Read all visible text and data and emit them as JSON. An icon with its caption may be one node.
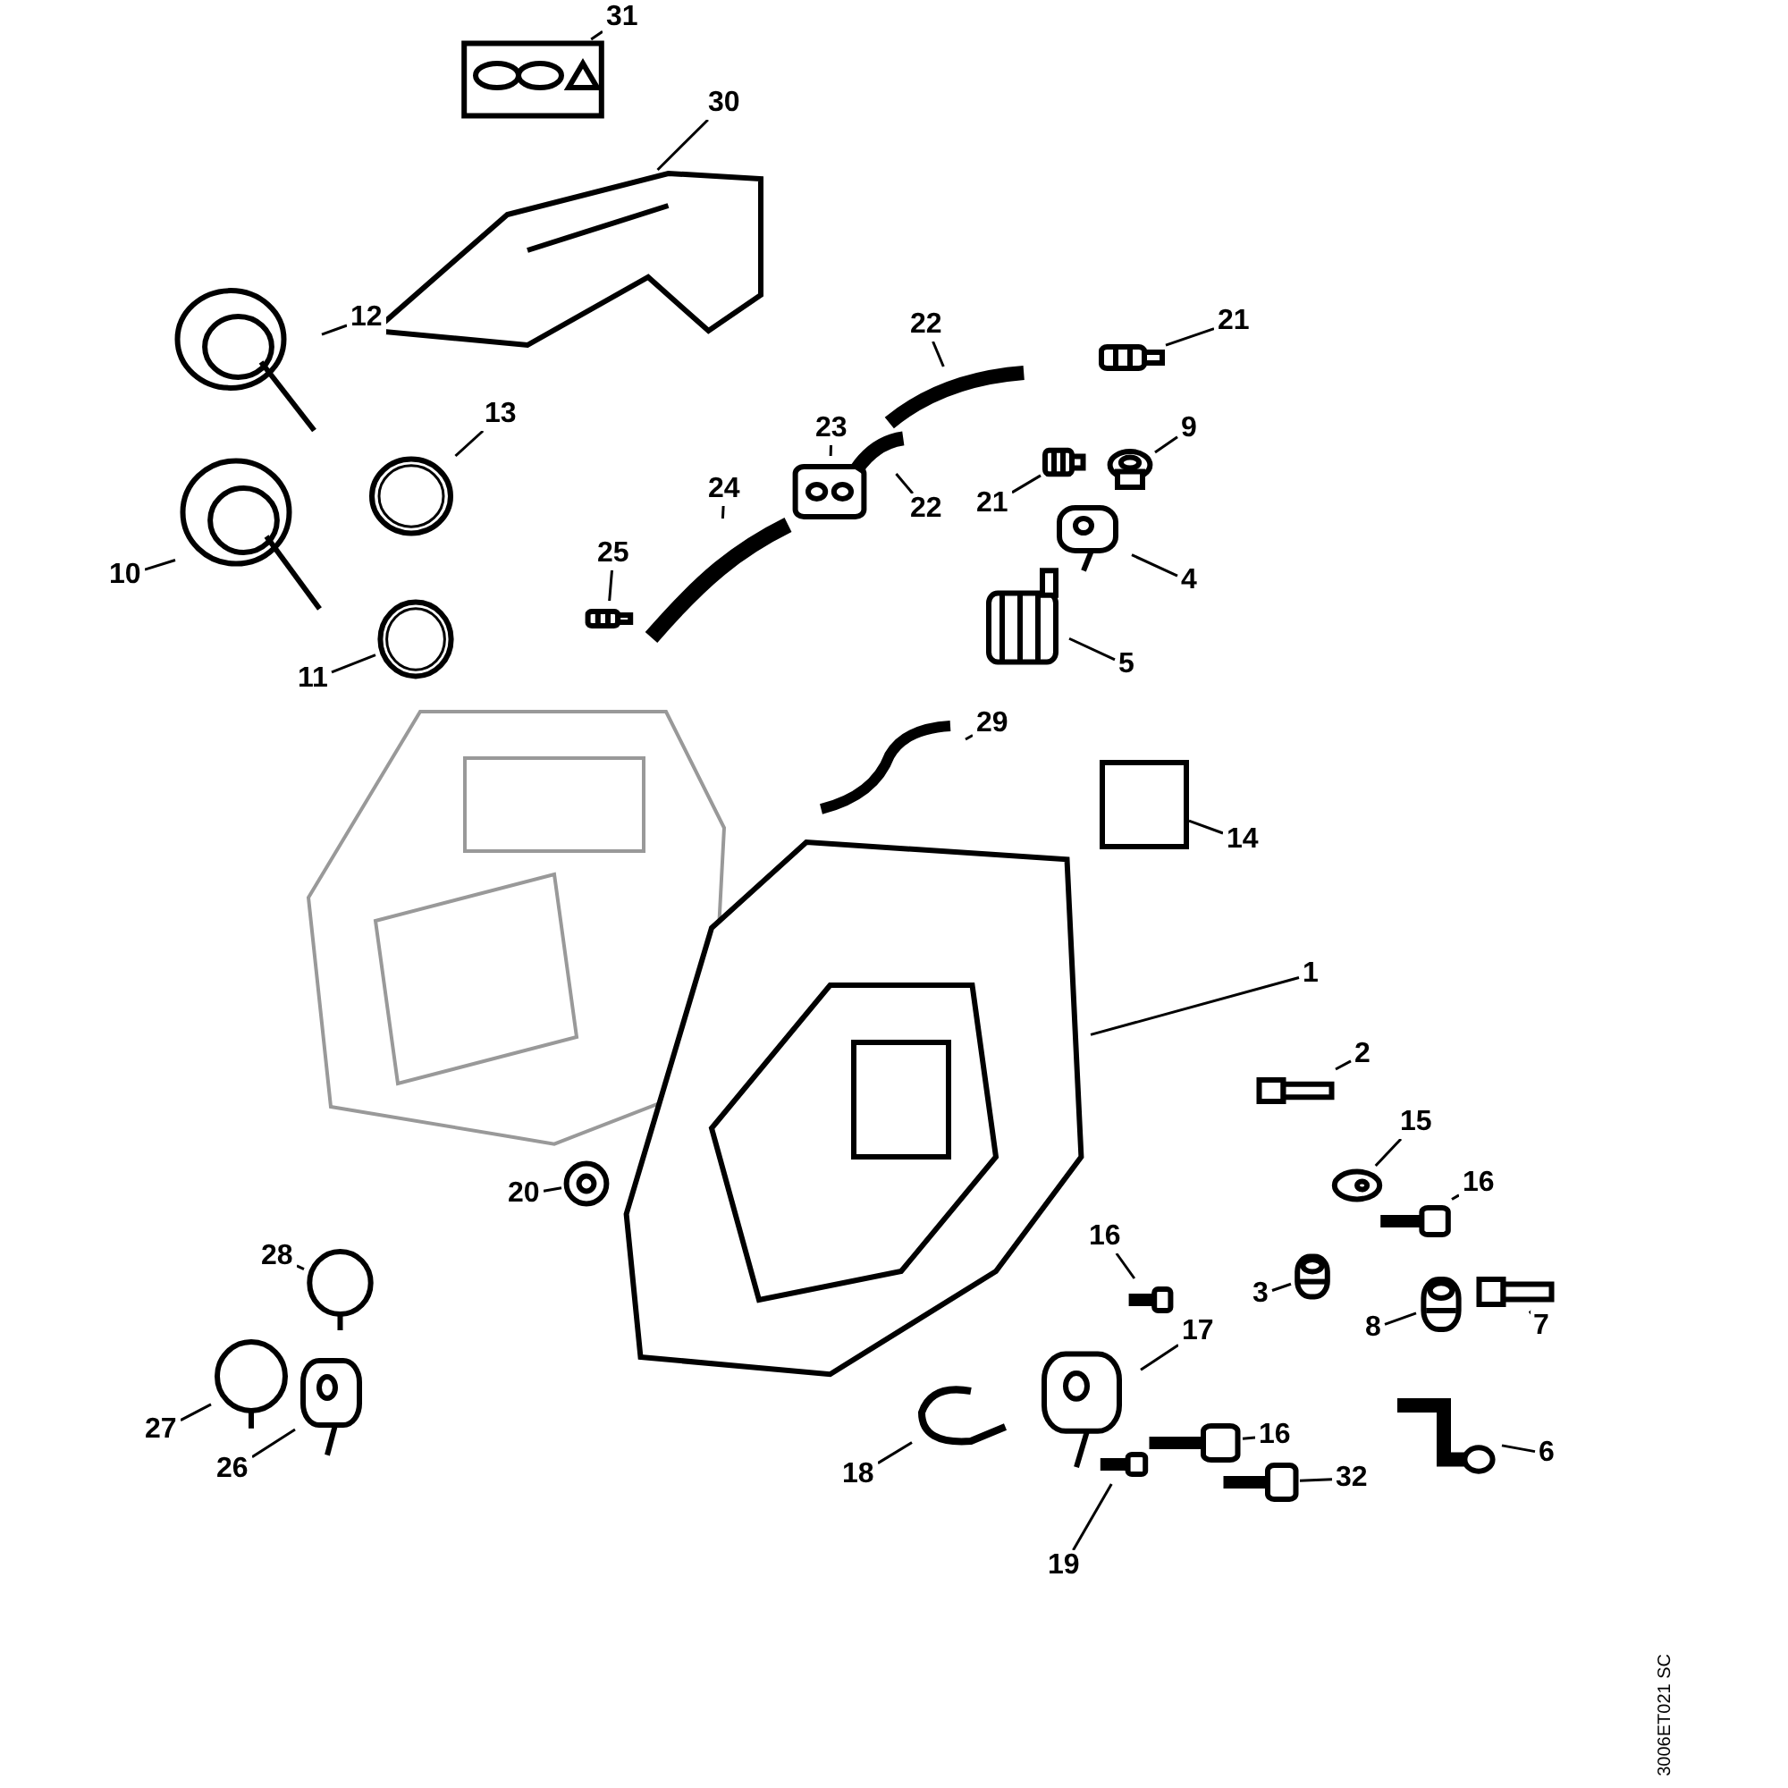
{
  "diagram": {
    "nodes": [
      {
        "text": [
          "31"
        ]
      },
      {
        "text": [],
        "shape": "picture"
      },
      {
        "text": [
          "30"
        ]
      },
      {
        "text": [],
        "shape": "picture"
      },
      {
        "text": [
          "12"
        ]
      },
      {
        "text": [],
        "shape": "picture"
      },
      {
        "text": [
          "22"
        ]
      },
      {
        "text": [],
        "shape": "picture"
      },
      {
        "text": [
          "21"
        ]
      },
      {
        "text": [],
        "shape": "picture"
      },
      {
        "text": [
          "23"
        ]
      },
      {
        "text": [],
        "shape": "picture"
      },
      {
        "text": [
          "13"
        ]
      },
      {
        "text": [],
        "shape": "picture"
      },
      {
        "text": [
          "9"
        ]
      },
      {
        "text": [],
        "shape": "picture"
      },
      {
        "text": [
          "21"
        ]
      },
      {
        "text": [],
        "shape": "picture"
      },
      {
        "text": [
          "22"
        ]
      },
      {
        "text": [],
        "shape": "picture"
      },
      {
        "text": [
          "24"
        ]
      },
      {
        "text": [],
        "shape": "picture"
      },
      {
        "text": [
          "10"
        ]
      },
      {
        "text": [],
        "shape": "picture"
      },
      {
        "text": [
          "25"
        ]
      },
      {
        "text": [],
        "shape": "picture"
      },
      {
        "text": [
          "4"
        ]
      },
      {
        "text": [],
        "shape": "picture"
      },
      {
        "text": [
          "5"
        ]
      },
      {
        "text": [],
        "shape": "picture"
      },
      {
        "text": [
          "11"
        ]
      },
      {
        "text": [],
        "shape": "picture"
      },
      {
        "text": [
          "29"
        ]
      },
      {
        "text": [],
        "shape": "picture"
      },
      {
        "text": [
          "14"
        ]
      },
      {
        "text": [],
        "shape": "box"
      },
      {
        "text": [
          "1"
        ]
      },
      {
        "text": [],
        "shape": "picture"
      },
      {
        "text": [
          "2"
        ]
      },
      {
        "text": [],
        "shape": "picture"
      },
      {
        "text": [
          "15"
        ]
      },
      {
        "text": [],
        "shape": "picture"
      },
      {
        "text": [
          "16"
        ]
      },
      {
        "text": [],
        "shape": "picture"
      },
      {
        "text": [
          "20"
        ]
      },
      {
        "text": [],
        "shape": "picture"
      },
      {
        "text": [
          "28"
        ]
      },
      {
        "text": [],
        "shape": "picture"
      },
      {
        "text": [
          "16"
        ]
      },
      {
        "text": [],
        "shape": "picture"
      },
      {
        "text": [
          "3"
        ]
      },
      {
        "text": [],
        "shape": "picture"
      },
      {
        "text": [
          "8"
        ]
      },
      {
        "text": [],
        "shape": "picture"
      },
      {
        "text": [
          "7"
        ]
      },
      {
        "text": [],
        "shape": "picture"
      },
      {
        "text": [
          "17"
        ]
      },
      {
        "text": [],
        "shape": "picture"
      },
      {
        "text": [
          "27"
        ]
      },
      {
        "text": [],
        "shape": "picture"
      },
      {
        "text": [
          "26"
        ]
      },
      {
        "text": [],
        "shape": "picture"
      },
      {
        "text": [
          "16"
        ]
      },
      {
        "text": [],
        "shape": "picture"
      },
      {
        "text": [
          "18"
        ]
      },
      {
        "text": [],
        "shape": "picture"
      },
      {
        "text": [
          "32"
        ]
      },
      {
        "text": [],
        "shape": "picture"
      },
      {
        "text": [
          "6"
        ]
      },
      {
        "text": [],
        "shape": "picture"
      },
      {
        "text": [
          "19"
        ]
      },
      {
        "text": [],
        "shape": "picture"
      }
    ],
    "edges": [
      {
        "from": 0,
        "to": 1,
        "arrow": "none"
      },
      {
        "from": 2,
        "to": 3,
        "arrow": "none"
      },
      {
        "from": 4,
        "to": 5,
        "arrow": "none"
      },
      {
        "from": 6,
        "to": 7,
        "arrow": "none"
      },
      {
        "from": 8,
        "to": 9,
        "arrow": "none"
      },
      {
        "from": 10,
        "to": 11,
        "arrow": "none"
      },
      {
        "from": 12,
        "to": 13,
        "arrow": "none"
      },
      {
        "from": 14,
        "to": 15,
        "arrow": "none"
      },
      {
        "from": 16,
        "to": 17,
        "arrow": "none"
      },
      {
        "from": 18,
        "to": 19,
        "arrow": "none"
      },
      {
        "from": 20,
        "to": 21,
        "arrow": "none"
      },
      {
        "from": 22,
        "to": 23,
        "arrow": "none"
      },
      {
        "from": 24,
        "to": 25,
        "arrow": "none"
      },
      {
        "from": 26,
        "to": 27,
        "arrow": "none"
      },
      {
        "from": 28,
        "to": 29,
        "arrow": "none"
      },
      {
        "from": 30,
        "to": 31,
        "arrow": "none"
      },
      {
        "from": 32,
        "to": 33,
        "arrow": "none"
      },
      {
        "from": 34,
        "to": 35,
        "arrow": "none"
      },
      {
        "from": 36,
        "to": 37,
        "arrow": "none"
      },
      {
        "from": 38,
        "to": 39,
        "arrow": "none"
      },
      {
        "from": 40,
        "to": 41,
        "arrow": "none"
      },
      {
        "from": 42,
        "to": 43,
        "arrow": "none"
      },
      {
        "from": 44,
        "to": 45,
        "arrow": "none"
      },
      {
        "from": 46,
        "to": 47,
        "arrow": "none"
      },
      {
        "from": 48,
        "to": 49,
        "arrow": "none"
      },
      {
        "from": 50,
        "to": 51,
        "arrow": "none"
      },
      {
        "from": 52,
        "to": 53,
        "arrow": "none"
      },
      {
        "from": 54,
        "to": 55,
        "arrow": "none"
      },
      {
        "from": 56,
        "to": 57,
        "arrow": "none"
      },
      {
        "from": 58,
        "to": 59,
        "arrow": "none"
      },
      {
        "from": 60,
        "to": 61,
        "arrow": "none"
      },
      {
        "from": 62,
        "to": 63,
        "arrow": "none"
      },
      {
        "from": 64,
        "to": 65,
        "arrow": "none"
      },
      {
        "from": 66,
        "to": 67,
        "arrow": "none"
      },
      {
        "from": 68,
        "to": 69,
        "arrow": "none"
      },
      {
        "from": 70,
        "to": 71,
        "arrow": "none"
      }
    ],
    "labels": [
      "3006ET021 SC"
    ]
  }
}
